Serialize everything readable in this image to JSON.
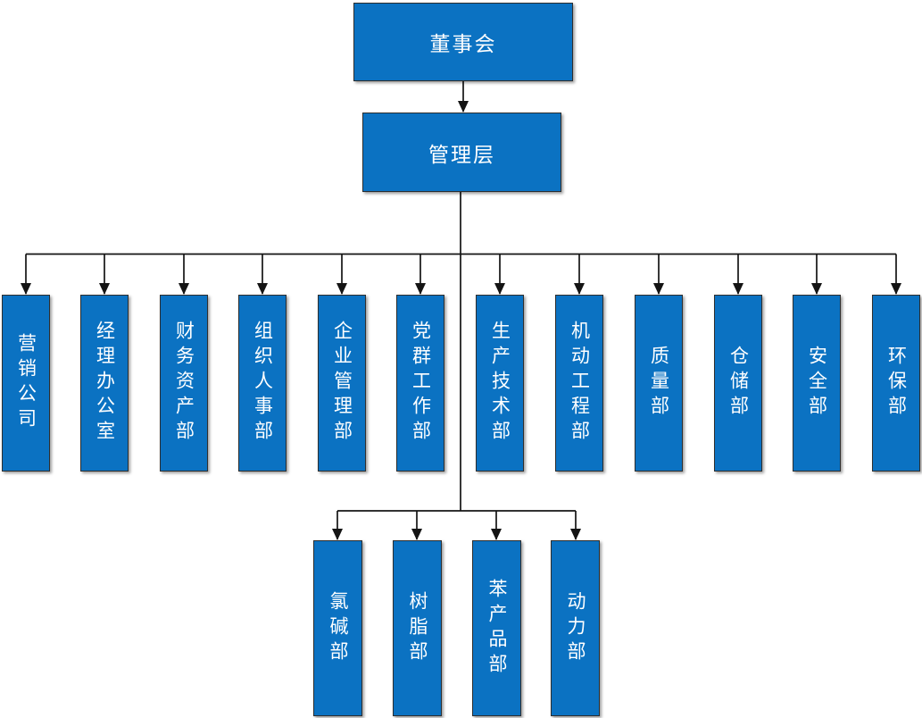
{
  "org": {
    "level1": {
      "label": "董事会"
    },
    "level2": {
      "label": "管理层"
    },
    "level3": [
      {
        "label": "营销公司"
      },
      {
        "label": "经理办公室"
      },
      {
        "label": "财务资产部"
      },
      {
        "label": "组织人事部"
      },
      {
        "label": "企业管理部"
      },
      {
        "label": "党群工作部"
      },
      {
        "label": "生产技术部"
      },
      {
        "label": "机动工程部"
      },
      {
        "label": "质量部"
      },
      {
        "label": "仓储部"
      },
      {
        "label": "安全部"
      },
      {
        "label": "环保部"
      }
    ],
    "level4": [
      {
        "label": "氯碱部"
      },
      {
        "label": "树脂部"
      },
      {
        "label": "苯产品部"
      },
      {
        "label": "动力部"
      }
    ]
  },
  "colors": {
    "box_fill": "#0b72c2",
    "box_border": "#2e2e2e",
    "box_text": "#ffffff",
    "line_color": "#141414",
    "page_bg": "#ffffff"
  }
}
